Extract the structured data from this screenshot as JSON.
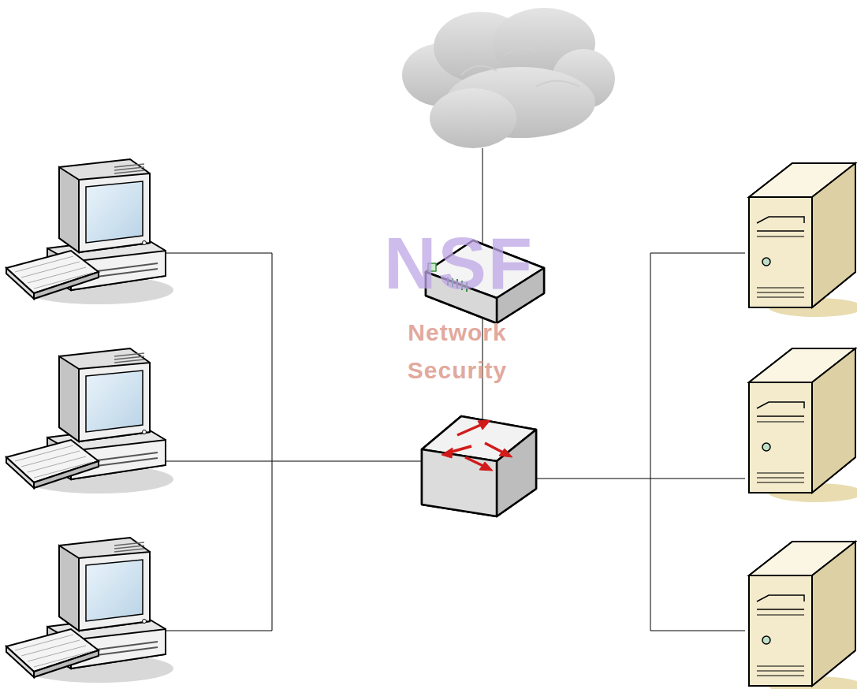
{
  "diagram": {
    "labels": [
      "NSF",
      "Network",
      "Security"
    ]
  }
}
